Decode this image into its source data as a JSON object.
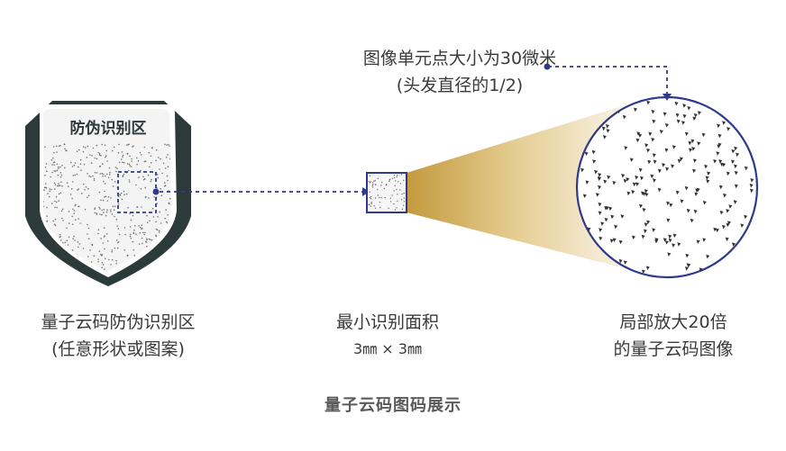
{
  "shield": {
    "title": "防伪识别区",
    "label_line1": "量子云码防伪识别区",
    "label_line2": "(任意形状或图案)"
  },
  "min_area": {
    "label_line1": "最小识别面积",
    "label_line2": "3㎜ × 3㎜"
  },
  "magnified": {
    "label_line1": "局部放大20倍",
    "label_line2": "的量子云码图像",
    "pixel_note_line1": "图像单元点大小为30微米",
    "pixel_note_line2": "(头发直径的1/2)"
  },
  "caption": "量子云码图码展示",
  "colors": {
    "shield_dark": "#2c3a3a",
    "navy": "#2f3a8c",
    "gold": "#c9a24a",
    "dot": "#333333"
  }
}
